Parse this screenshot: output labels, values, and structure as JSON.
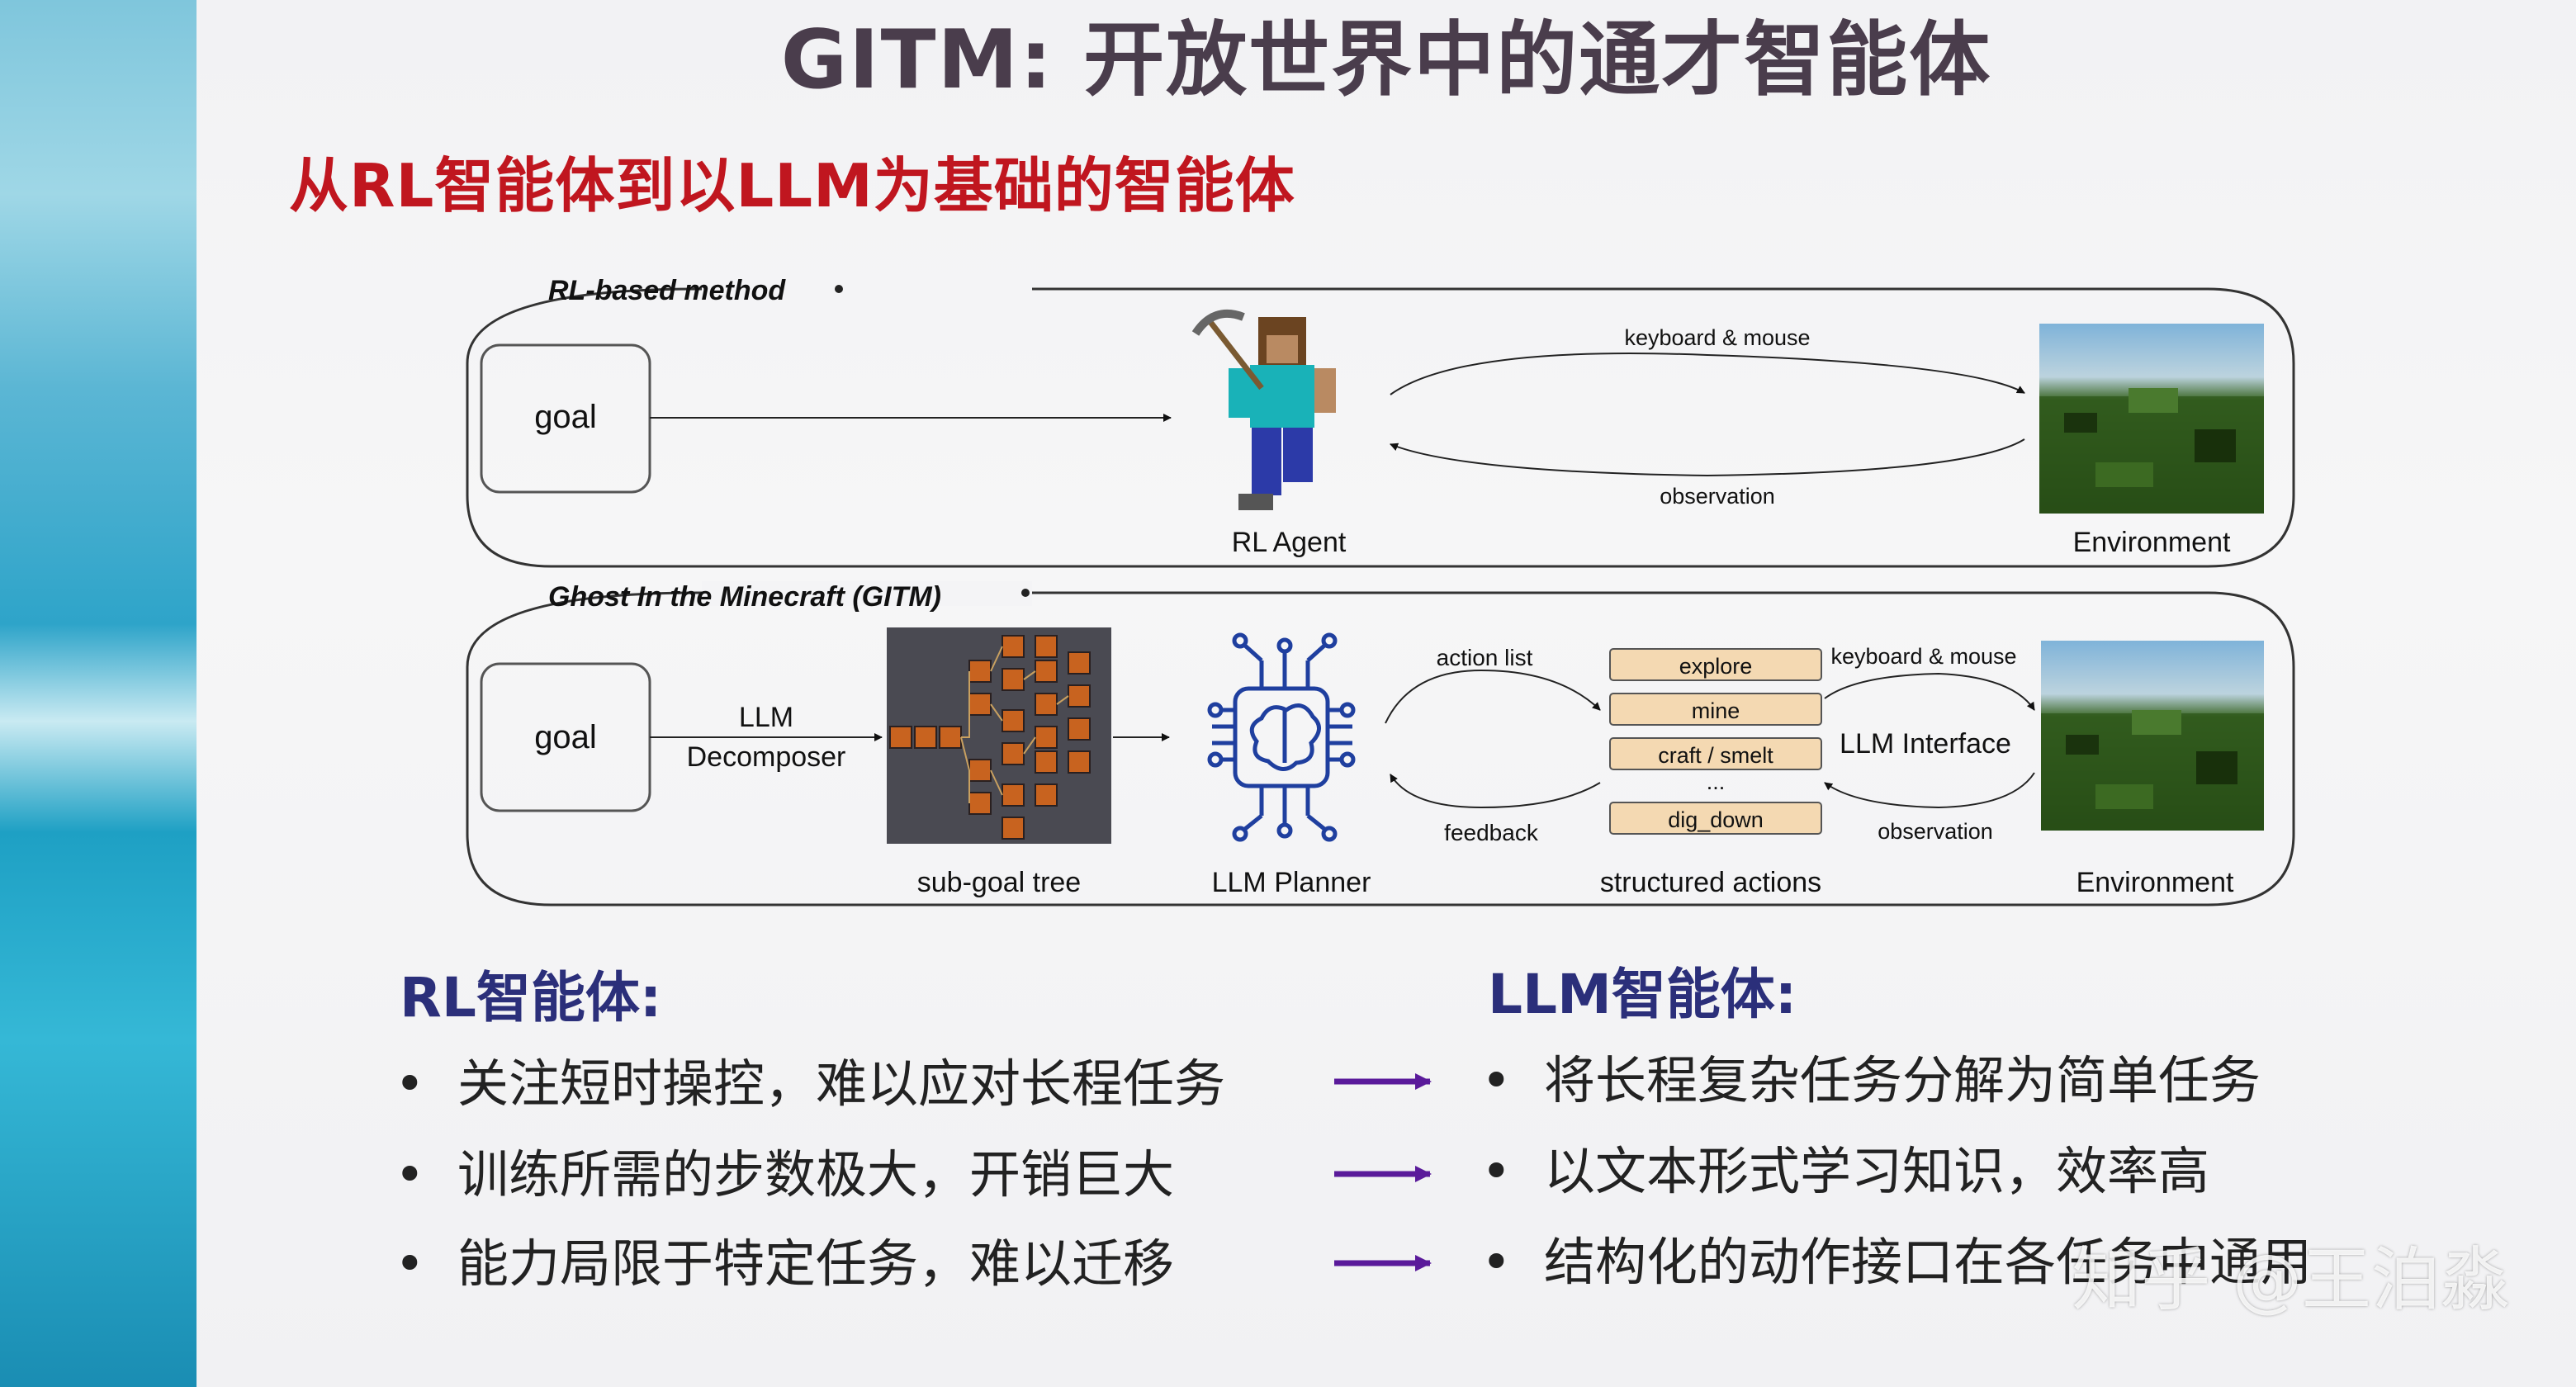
{
  "slide": {
    "title": "GITM: 开放世界中的通才智能体",
    "subtitle": "从RL智能体到以LLM为基础的智能体"
  },
  "diagram": {
    "rl_panel": {
      "title": "RL-based method",
      "goal_label": "goal",
      "agent_label": "RL Agent",
      "top_arrow_label": "keyboard & mouse",
      "bottom_arrow_label": "observation",
      "env_label": "Environment"
    },
    "gitm_panel": {
      "title": "Ghost In the Minecraft (GITM)",
      "goal_label": "goal",
      "decomposer_line1": "LLM",
      "decomposer_line2": "Decomposer",
      "tree_label": "sub-goal tree",
      "planner_label": "LLM Planner",
      "action_list_label": "action list",
      "feedback_label": "feedback",
      "actions": [
        "explore",
        "mine",
        "craft / smelt",
        "...",
        "dig_down"
      ],
      "actions_label": "structured actions",
      "keyboard_label": "keyboard & mouse",
      "interface_label": "LLM Interface",
      "observation_label": "observation",
      "env_label": "Environment"
    }
  },
  "comparison": {
    "left_heading": "RL智能体:",
    "right_heading": "LLM智能体:",
    "bullet_glyph": "•",
    "left_items": [
      "关注短时操控，难以应对长程任务",
      "训练所需的步数极大，开销巨大",
      "能力局限于特定任务，难以迁移"
    ],
    "right_items": [
      "将长程复杂任务分解为简单任务",
      "以文本形式学习知识，效率高",
      "结构化的动作接口在各任务中通用"
    ],
    "arrow_color": "#5a1a9a"
  },
  "watermark": "知乎 @王泊淼",
  "colors": {
    "title": "#4a3d4c",
    "subtitle": "#c0161f",
    "heading": "#2b2f7a",
    "action_box_fill": "#f4d9b2"
  }
}
